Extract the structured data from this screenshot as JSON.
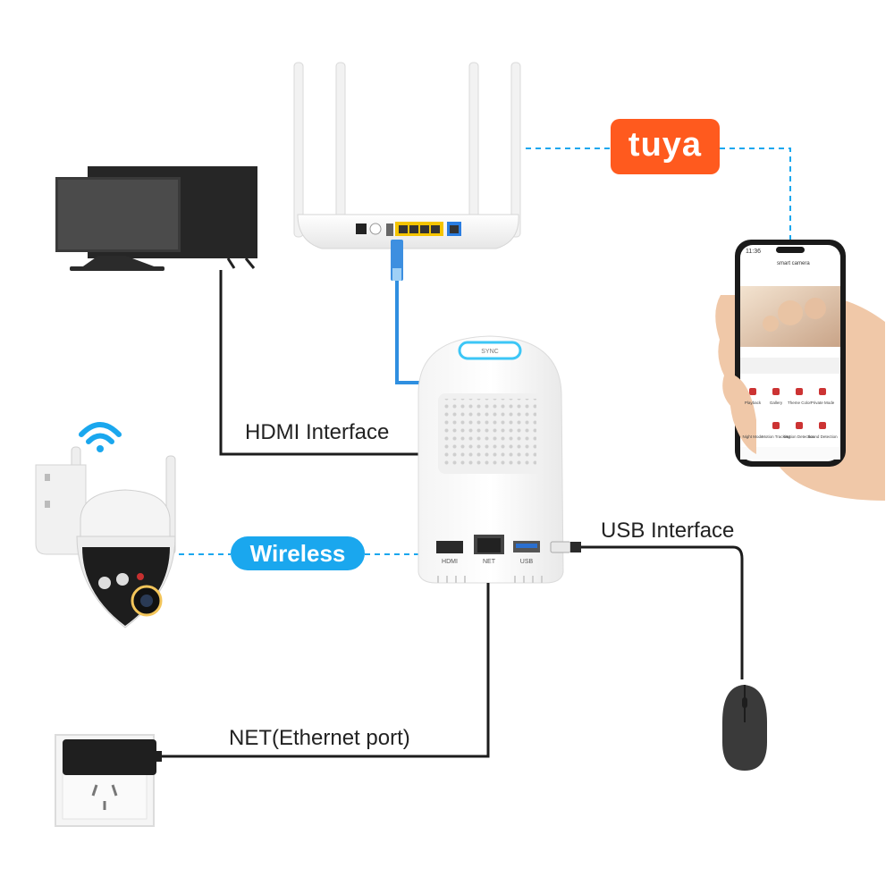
{
  "labels": {
    "hdmi": "HDMI Interface",
    "usb": "USB Interface",
    "net": "NET(Ethernet port)",
    "wireless": "Wireless"
  },
  "brand": {
    "logo_text": "tuya",
    "logo_color": "#ff5a1e"
  },
  "hub_ports": {
    "sync": "SYNC",
    "hdmi": "HDMI",
    "net": "NET",
    "usb": "USB"
  },
  "phone_app": {
    "status_time": "11:36",
    "title": "smart camera",
    "feature_row_1": [
      "Playback",
      "Gallery",
      "Theme Color",
      "Private Mode"
    ],
    "feature_row_2": [
      "Night Mode",
      "Motion Tracking",
      "Motion Detection",
      "Sound Detection"
    ]
  },
  "colors": {
    "wireless_pill": "#1aa7ee",
    "dashed_link": "#1aa7ee",
    "ethernet_cable": "#2f8fe0",
    "cable_black": "#1c1c1c"
  },
  "icons": [
    "wifi-icon",
    "tv-monitor-icon",
    "router-icon",
    "nvr-hub-icon",
    "camera-icon",
    "phone-icon",
    "mouse-icon",
    "power-adapter-icon",
    "wall-socket-icon"
  ]
}
